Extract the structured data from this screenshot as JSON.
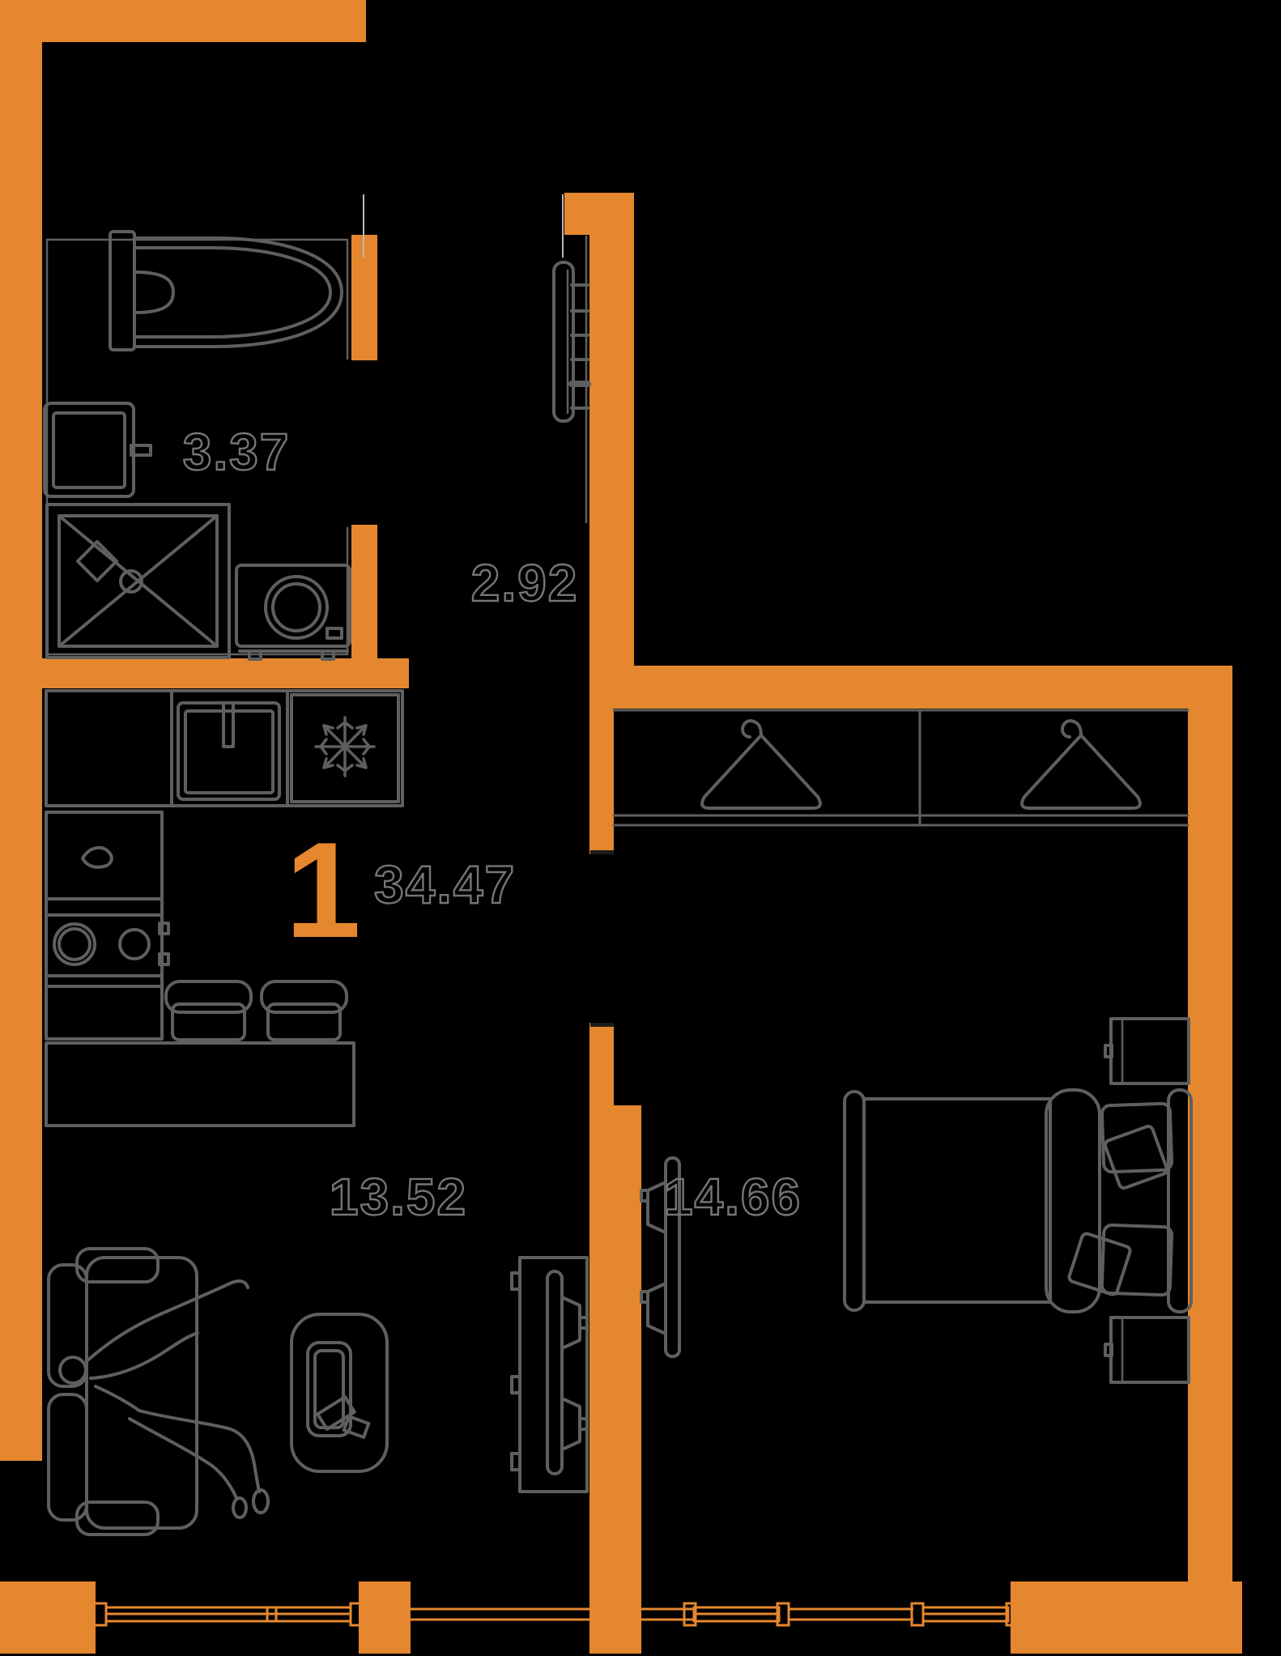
{
  "plan": {
    "unit": {
      "room_count": "1",
      "total_area": "34.47"
    },
    "rooms": [
      {
        "id": "bathroom",
        "area": "3.37"
      },
      {
        "id": "hallway",
        "area": "2.92"
      },
      {
        "id": "living-kitchen",
        "area": "13.52"
      },
      {
        "id": "bedroom",
        "area": "14.66"
      }
    ],
    "colors": {
      "wall": "#E5872E",
      "furniture": "#5F5F5F",
      "label": "#757575",
      "background": "#000000"
    },
    "icons": [
      "snowflake-icon",
      "hanger-icon",
      "radiator-icon",
      "toilet-icon",
      "shower-icon",
      "washing-machine-icon"
    ]
  }
}
